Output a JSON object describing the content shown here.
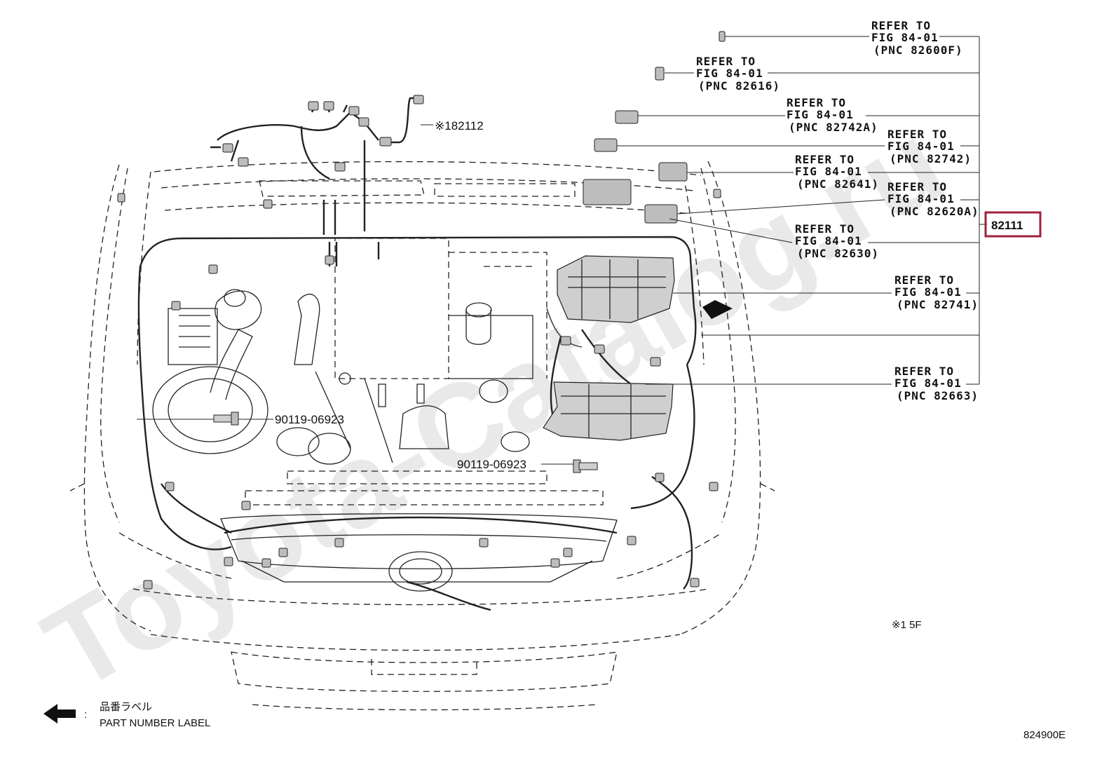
{
  "watermark": "Toyota-Catalog.ru",
  "main_part": {
    "label": "82111",
    "highlight_color": "#a0203a"
  },
  "sub_part": {
    "label": "※182112"
  },
  "references": [
    {
      "line1": "REFER TO",
      "line2": "FIG 84-01",
      "line3": "(PNC 82600F)"
    },
    {
      "line1": "REFER TO",
      "line2": "FIG 84-01",
      "line3": "(PNC 82616)"
    },
    {
      "line1": "REFER TO",
      "line2": "FIG 84-01",
      "line3": "(PNC 82742A)"
    },
    {
      "line1": "REFER TO",
      "line2": "FIG 84-01",
      "line3": "(PNC 82742)"
    },
    {
      "line1": "REFER TO",
      "line2": "FIG 84-01",
      "line3": "(PNC 82641)"
    },
    {
      "line1": "REFER TO",
      "line2": "FIG 84-01",
      "line3": "(PNC 82620A)"
    },
    {
      "line1": "REFER TO",
      "line2": "FIG 84-01",
      "line3": "(PNC 82630)"
    },
    {
      "line1": "REFER TO",
      "line2": "FIG 84-01",
      "line3": "(PNC 82741)"
    },
    {
      "line1": "REFER TO",
      "line2": "FIG 84-01",
      "line3": "(PNC 82663)"
    }
  ],
  "bolts": [
    {
      "label": "90119-06923"
    },
    {
      "label": "90119-06923"
    }
  ],
  "footnote": "※1 5F",
  "legend": {
    "jp": "品番ラベル",
    "separator": ":",
    "en": "PART NUMBER LABEL"
  },
  "figure_code": "824900E"
}
